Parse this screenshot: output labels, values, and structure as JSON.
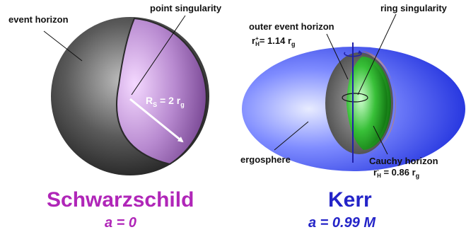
{
  "schwarzschild": {
    "label_event_horizon": "event horizon",
    "label_point_singularity": "point singularity",
    "radius_R": "R",
    "radius_R_sub": "S",
    "radius_eq": " = 2 r",
    "radius_eq_sub": "g",
    "title": "Schwarzschild",
    "param": "a = 0"
  },
  "kerr": {
    "label_outer_horizon": "outer event horizon",
    "outer_r": "r",
    "outer_r_sup": "+",
    "outer_r_sub": "H",
    "outer_value": "= 1.14 r",
    "outer_value_sub": "g",
    "label_ring_singularity": "ring singularity",
    "label_ergosphere": "ergosphere",
    "label_cauchy": "Cauchy horizon",
    "cauchy_r": "r",
    "cauchy_r_sup": "-",
    "cauchy_r_sub": "H",
    "cauchy_value": " = 0.86 r",
    "cauchy_value_sub": "g",
    "title": "Kerr",
    "param": "a = 0.99 M"
  },
  "colors": {
    "schwarzschild_title": "#b026b8",
    "kerr_title": "#2424c8",
    "schwarzschild_sphere": "#4a4a4a",
    "schwarzschild_interior": "#b080c8",
    "ergosphere": "#3c50f0",
    "kerr_horizon": "#6a6a6a",
    "kerr_interior": "#2cb42c",
    "axis": "#2020a8"
  }
}
